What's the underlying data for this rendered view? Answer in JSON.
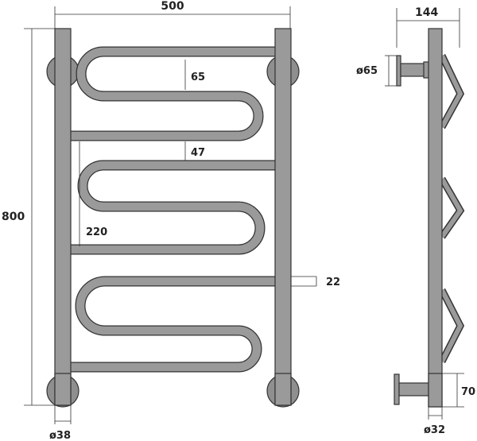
{
  "dimensions": {
    "overall_width": "500",
    "side_depth": "144",
    "overall_height": "800",
    "coil_gap": "65",
    "section_gap": "47",
    "section_height": "220",
    "bar_offset": "22",
    "flange_diameter": "ø65",
    "post_diameter": "ø38",
    "pipe_diameter": "ø32",
    "bottom_mount_height": "70"
  },
  "colors": {
    "fill_gray": "#9a9a9a",
    "flange_gray": "#8f8f8f",
    "line": "#333333"
  }
}
